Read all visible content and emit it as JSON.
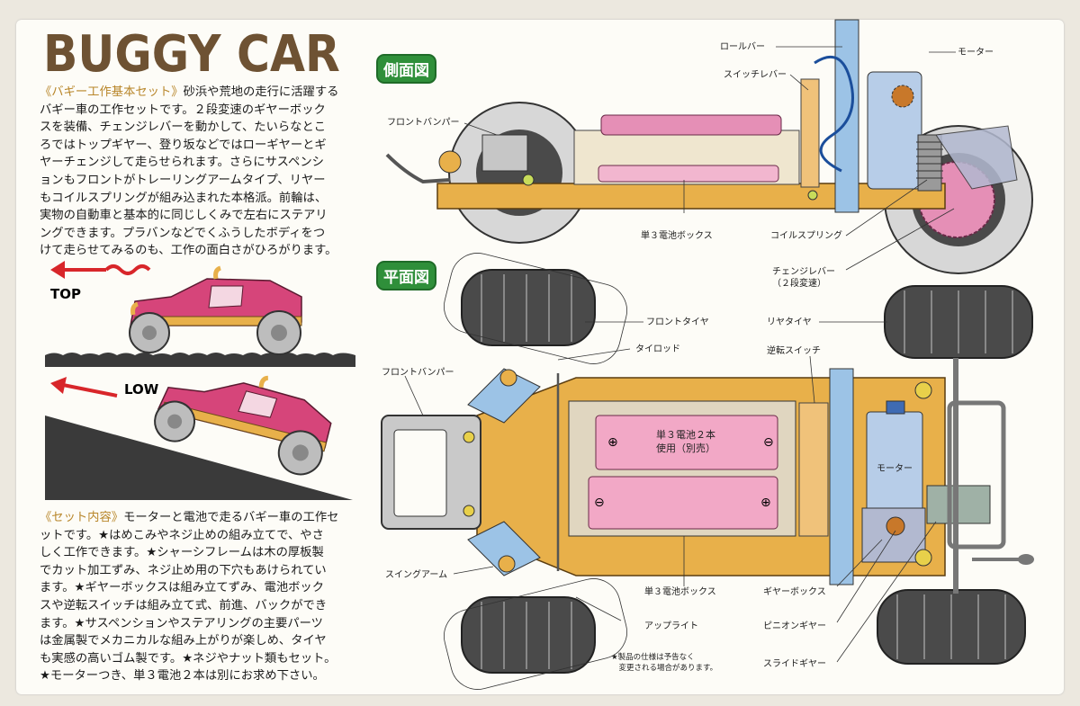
{
  "title": "BUGGY CAR",
  "intro": {
    "lead": "《バギー工作基本セット》",
    "lines": [
      "砂浜や荒地の走行に活躍する",
      "バギー車の工作セットです。２段変速のギヤーボック",
      "スを装備、チェンジレバーを動かして、たいらなとこ",
      "ろではトップギヤー、登り坂などではローギヤーとギ",
      "ヤーチェンジして走らせられます。さらにサスペンシ",
      "ョンもフロントがトレーリングアームタイプ、リヤー",
      "もコイルスプリングが組み込まれた本格派。前輪は、",
      "実物の自動車と基本的に同じしくみで左右にステアリ",
      "ングできます。プラバンなどでくふうしたボディをつ",
      "けて走らせてみるのも、工作の面白さがひろがります。"
    ]
  },
  "gears": {
    "top": "TOP",
    "low": "LOW"
  },
  "contents": {
    "lead": "《セット内容》",
    "lines": [
      "モーターと電池で走るバギー車の工作セ",
      "ットです。★はめこみやネジ止めの組み立てで、やさ",
      "しく工作できます。★シャーシフレームは木の厚板製",
      "でカット加工ずみ、ネジ止め用の下穴もあけられてい",
      "ます。★ギヤーボックスは組み立てずみ、電池ボック",
      "スや逆転スイッチは組み立て式、前進、バックができ",
      "ます。★サスペンションやステアリングの主要パーツ",
      "は金属製でメカニカルな組み上がりが楽しめ、タイヤ",
      "も実感の高いゴム製です。★ネジやナット類もセット。",
      "★モーターつき、単３電池２本は別にお求め下さい。"
    ]
  },
  "side_view": {
    "heading": "側面図",
    "labels": {
      "roll_bar": "ロールバー",
      "motor": "モーター",
      "switch_lever": "スイッチレバー",
      "front_bumper": "フロントバンパー",
      "battery_box": "単３電池ボックス",
      "coil_spring": "コイルスプリング",
      "change_lever": "チェンジレバー\n（２段変速）"
    }
  },
  "plan_view": {
    "heading": "平面図",
    "labels": {
      "front_tire": "フロントタイヤ",
      "tie_rod": "タイロッド",
      "front_bumper": "フロントバンパー",
      "rear_tire": "リヤタイヤ",
      "reverse_switch": "逆転スイッチ",
      "swing_arm": "スイングアーム",
      "battery_box": "単３電池ボックス",
      "upright": "アップライト",
      "gearbox": "ギヤーボックス",
      "pinion_gear": "ピニオンギヤー",
      "slide_gear": "スライドギヤー",
      "motor": "モーター"
    },
    "battery_note": "単３電池２本\n使用（別売）"
  },
  "footnote": "★製品の仕様は予告なく\n　変更される場合があります。",
  "colors": {
    "title": "#6e5233",
    "accent_gold": "#b8862a",
    "badge_green": "#2f8f3a",
    "chassis_wood": "#e8b04a",
    "pink": "#e58fb6",
    "motor_blue": "#a9c4e6",
    "tire": "#3c3c3c",
    "arrow_red": "#d8262a"
  }
}
